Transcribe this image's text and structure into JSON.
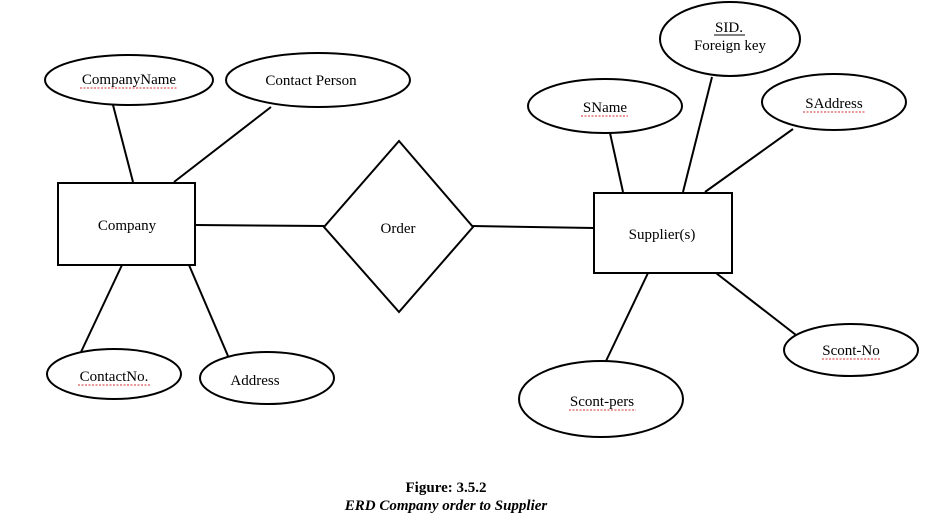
{
  "diagram": {
    "entities": [
      {
        "id": "company",
        "label": "Company"
      },
      {
        "id": "supplier",
        "label": "Supplier(s)"
      }
    ],
    "relationships": [
      {
        "id": "order",
        "label": "Order",
        "connects": [
          "company",
          "supplier"
        ]
      }
    ],
    "attributes": [
      {
        "id": "company-name",
        "entity": "company",
        "label": "CompanyName",
        "spell_flag": true
      },
      {
        "id": "contact-person",
        "entity": "company",
        "label": "Contact Person",
        "spell_flag": false
      },
      {
        "id": "contact-no",
        "entity": "company",
        "label": "ContactNo.",
        "spell_flag": true
      },
      {
        "id": "address",
        "entity": "company",
        "label": "Address",
        "spell_flag": false
      },
      {
        "id": "sid",
        "entity": "supplier",
        "label": "SID.",
        "note": "Foreign key",
        "underline": true
      },
      {
        "id": "sname",
        "entity": "supplier",
        "label": "SName",
        "spell_flag": true
      },
      {
        "id": "saddress",
        "entity": "supplier",
        "label": "SAddress",
        "spell_flag": true
      },
      {
        "id": "scont-no",
        "entity": "supplier",
        "label": "Scont-No",
        "spell_flag": true
      },
      {
        "id": "scont-pers",
        "entity": "supplier",
        "label": "Scont-pers",
        "spell_flag": true
      }
    ]
  },
  "caption": {
    "title": "Figure: 3.5.2",
    "subtitle": "ERD Company order to Supplier"
  }
}
